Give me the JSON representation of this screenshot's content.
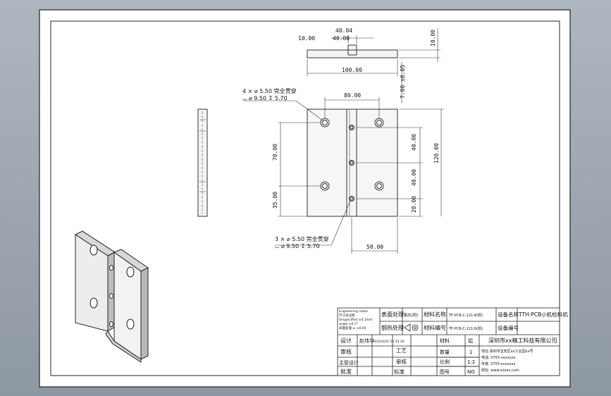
{
  "drawing": {
    "top_view": {
      "dim_top_total": "40.04",
      "dim_top_left": "10.00",
      "dim_top_right": "40.00",
      "dim_height": "10.00",
      "dim_width": "100.00"
    },
    "front_view": {
      "dim_thickness": "7.00 ±0.05",
      "dim_hole_spacing_x": "80.00",
      "hole_note_top_line1": "4 × ⌀ 5.50 完全贯穿",
      "hole_note_top_line2": "⌴ ⌀ 9.50 ↧ 5.70",
      "dim_left_upper": "70.00",
      "dim_left_lower": "35.00",
      "dim_right_upper": "40.00",
      "dim_right_middle": "40.00",
      "dim_right_lower": "20.00",
      "dim_total_height": "120.00",
      "hole_note_bottom_line1": "3 × ⌀ 5.50 完全贯穿",
      "hole_note_bottom_line2": "⌴ ⌀ 9.50 ↧ 5.70",
      "dim_bottom": "50.00"
    }
  },
  "title_block": {
    "notes": [
      "Engineering notes",
      "尺寸未注明",
      "Unspecified ±0.1mm",
      "angle ±0.5°",
      "表面处理 ≤ ±0.05"
    ],
    "row1": {
      "surface_treatment": "表面处理",
      "surface_value": "氧化(阳)",
      "material_name": "材料名称",
      "material_value": "TF-PCB-C-121:6(阳)",
      "device_name": "设备名称",
      "device_value": "TTH-PCB小机检料机"
    },
    "row2": {
      "heat_treatment": "钢热处理",
      "material_code": "材料编号",
      "material_code_value": "TF-PCB-C-121:6(阳)",
      "device_code": "设备编号"
    },
    "left_rows": [
      {
        "label": "设计",
        "name": "赵伟华",
        "date": "2015/4/25 10:15:16"
      },
      {
        "label": "审核",
        "name": "",
        "date": ""
      },
      {
        "label": "主管设计",
        "name": "",
        "date": ""
      },
      {
        "label": "批准",
        "name": "",
        "date": ""
      }
    ],
    "mid_labels": [
      "工艺",
      "审核",
      "标准"
    ],
    "params": [
      {
        "label": "材料",
        "value": "铝"
      },
      {
        "label": "数量",
        "value": "1"
      },
      {
        "label": "比例",
        "value": "1:2"
      },
      {
        "label": "图号",
        "value": "NO"
      }
    ],
    "company": "深圳市xx精工科技有限公司",
    "address": "地址:深圳市宝安区xx工业园xx号",
    "tel": "电话: 0755-xxxxxxx",
    "fax": "传真: 0755-xxxxxxx",
    "web": "网址: www.xxxxx.com"
  }
}
